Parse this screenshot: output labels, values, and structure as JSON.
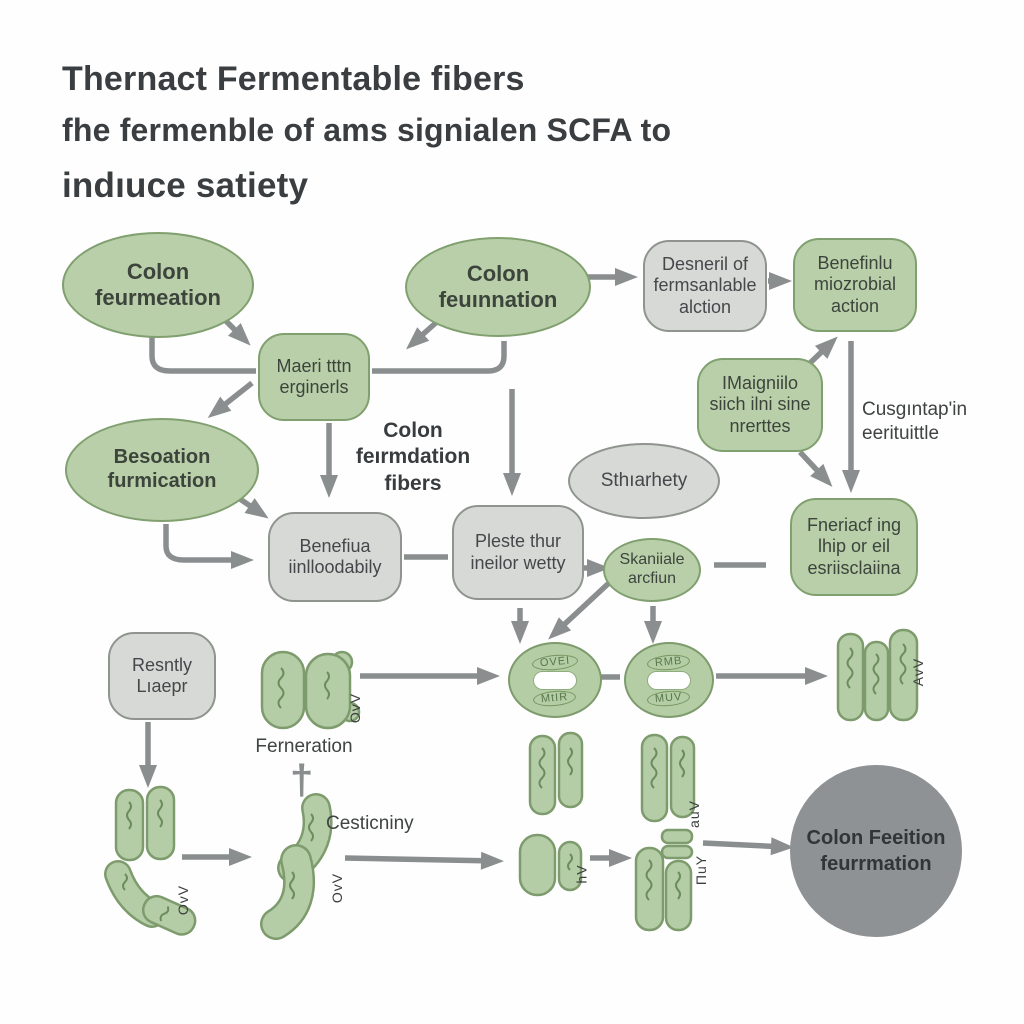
{
  "title": {
    "line1": "Thernact Fermentable fibers",
    "line2": "fhe fermenble of ams signialen SCFA to",
    "line3": "indıuce satiety"
  },
  "nodes": {
    "colon_fermentation_1": "Colon\nfeurmeation",
    "colon_fermentation_2": "Colon\nfeuınnation",
    "maeri": "Maeri tttn\nerginerls",
    "desneril": "Desneril of\nfermsanlable\nalction",
    "beneficial_microbial": "Benefinlu\nmiozrobial\naction",
    "imaigniilo": "IMaigniilo\nsiich ilni sine\nnrerttes",
    "cusgintap_label": "Cusgıntap'in\neerituittle",
    "besoation": "Besoation\nfurmication",
    "colon_fibers_label": "Colon\nfeırmdation\nfibers",
    "sthiarhety": "Sthıarhety",
    "benefiua": "Benefiua\niinlloodabily",
    "pleste": "Pleste thur\nineilor wetty",
    "skaniale": "Skaniiale\narcfiun",
    "fneriacfing": "Fneriacf ing\nlhip or eil\nesriisclaiina",
    "resntly": "Resntly\nLıaepr",
    "ferneration_label": "Ferneration",
    "cesticniny_label": "Cesticniny",
    "colon_feeition": "Colon Feeition\nfeurrmation"
  },
  "cells": {
    "cell1_top": "OVEI",
    "cell1_bottom": "MtIR",
    "cell2_top": "RMB",
    "cell2_bottom": "MUV"
  },
  "bacteria_labels": {
    "ferneration_pair": "OvV",
    "bottom_left_cluster": "OvV",
    "cesticniny_pair": "OvV",
    "upper_pills": "auV",
    "lower_pair": "hV",
    "lower_group": "ΠuY",
    "triple_right": "AvV"
  },
  "symbols": {
    "dagger": "†"
  },
  "colors": {
    "green_fill": "#b9cfa9",
    "green_border": "#81a06f",
    "gray_fill": "#d7d9d6",
    "gray_border": "#8f948f",
    "circle_fill": "#8e9294",
    "arrow": "#8a8e8f",
    "title_text": "#3a3e41"
  }
}
